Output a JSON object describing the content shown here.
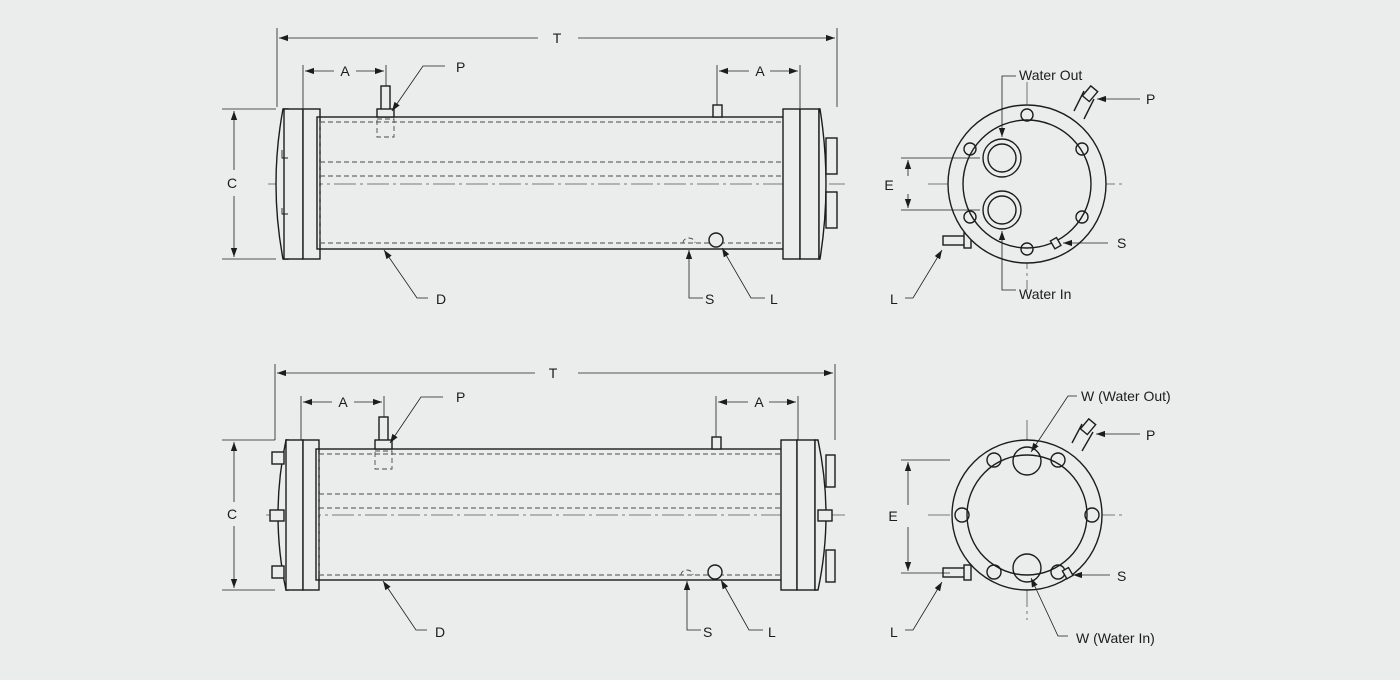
{
  "colors": {
    "background": "#ebedec",
    "line": "#1c1c1c"
  },
  "top_side_view": {
    "dim_t": "T",
    "dim_a_left": "A",
    "dim_a_right": "A",
    "dim_c": "C",
    "label_p": "P",
    "label_d": "D",
    "label_s": "S",
    "label_l": "L"
  },
  "top_end_view": {
    "water_out": "Water Out",
    "water_in": "Water In",
    "dim_e": "E",
    "label_p": "P",
    "label_s": "S",
    "label_l": "L"
  },
  "bottom_side_view": {
    "dim_t": "T",
    "dim_a_left": "A",
    "dim_a_right": "A",
    "dim_c": "C",
    "label_p": "P",
    "label_d": "D",
    "label_s": "S",
    "label_l": "L"
  },
  "bottom_end_view": {
    "water_out": "W (Water Out)",
    "water_in": "W (Water In)",
    "dim_e": "E",
    "label_p": "P",
    "label_s": "S",
    "label_l": "L"
  }
}
